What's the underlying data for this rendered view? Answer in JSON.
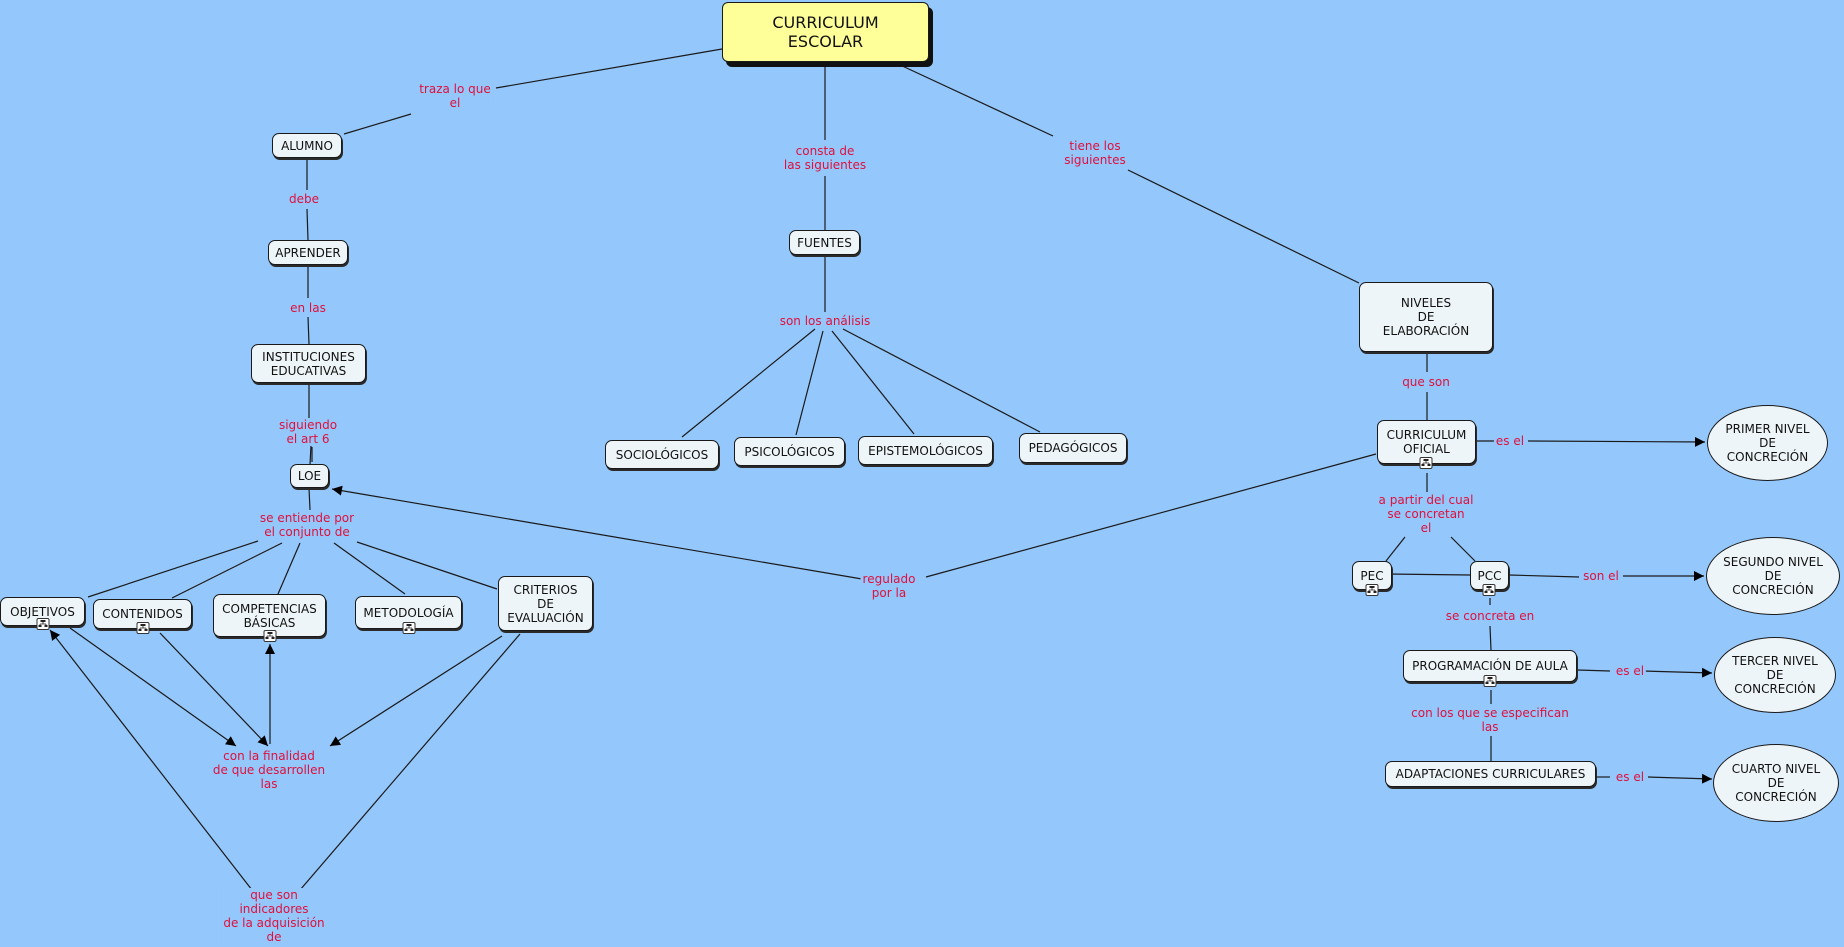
{
  "nodes": {
    "root": "CURRICULUM\nESCOLAR",
    "alumno": "ALUMNO",
    "aprender": "APRENDER",
    "instituciones": "INSTITUCIONES\nEDUCATIVAS",
    "loe": "LOE",
    "objetivos": "OBJETIVOS",
    "contenidos": "CONTENIDOS",
    "competencias": "COMPETENCIAS\nBÁSICAS",
    "metodologia": "METODOLOGÍA",
    "criterios": "CRITERIOS\nDE\nEVALUACIÓN",
    "fuentes": "FUENTES",
    "sociologicos": "SOCIOLÓGICOS",
    "psicologicos": "PSICOLÓGICOS",
    "epistemologicos": "EPISTEMOLÓGICOS",
    "pedagogicos": "PEDAGÓGICOS",
    "niveles": "NIVELES\nDE\nELABORACIÓN",
    "curriculum_oficial": "CURRICULUM\nOFICIAL",
    "pec": "PEC",
    "pcc": "PCC",
    "programacion": "PROGRAMACIÓN DE AULA",
    "adaptaciones": "ADAPTACIONES CURRICULARES",
    "primer": "PRIMER NIVEL\nDE\nCONCRECIÓN",
    "segundo": "SEGUNDO NIVEL\nDE\nCONCRECIÓN",
    "tercer": "TERCER NIVEL\nDE\nCONCRECIÓN",
    "cuarto": "CUARTO NIVEL\nDE\nCONCRECIÓN"
  },
  "links": {
    "traza": "traza lo que\nel",
    "debe": "debe",
    "en_las": "en las",
    "siguiendo": "siguiendo\nel art 6",
    "se_entiende": "se entiende por\nel conjunto de",
    "con_finalidad": "con la finalidad\nde que desarrollen\nlas",
    "que_son_ind": "que son\nindicadores\nde la adquisición\nde",
    "consta": "consta de\nlas siguientes",
    "son_analisis": "son los análisis",
    "tiene": "tiene los\nsiguientes",
    "que_son": "que son",
    "es_el_1": "es el",
    "a_partir": "a partir del cual\nse  concretan\nel",
    "son_el": "son el",
    "se_concreta": "se concreta en",
    "es_el_3": "es el",
    "con_los_que": "con los que se especifican\nlas",
    "es_el_4": "es el",
    "regulado": "regulado\npor la"
  },
  "colors": {
    "background": "#94c7fc",
    "link_text": "#e0103c",
    "root_fill": "#ffff99",
    "node_fill": "#eef5f8"
  },
  "icons": {
    "resource": "concept-map-resource-icon"
  }
}
